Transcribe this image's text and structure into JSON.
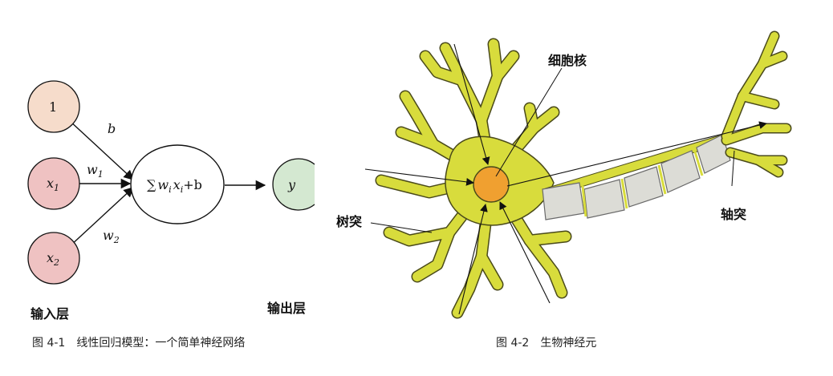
{
  "figure1": {
    "nodes": {
      "one": "1",
      "x1": {
        "base": "x",
        "sub": "1"
      },
      "x2": {
        "base": "x",
        "sub": "2"
      },
      "sum": {
        "sigma": "∑",
        "w": "w",
        "i1": "i",
        "x": "x",
        "i2": "i",
        "tail": "+b"
      },
      "y": "y"
    },
    "edges": {
      "b": "b",
      "w1": {
        "base": "w",
        "sub": "1"
      },
      "w2": {
        "base": "w",
        "sub": "2"
      }
    },
    "input_layer_label": "输入层",
    "output_layer_label": "输出层",
    "caption": "图 4-1　线性回归模型：一个简单神经网络",
    "colors": {
      "one": "#f6dccb",
      "x": "#efc2c2",
      "y": "#d4e8d1",
      "stroke": "#111111"
    }
  },
  "figure2": {
    "labels": {
      "nucleus": "细胞核",
      "dendrite": "树突",
      "axon": "轴突"
    },
    "caption": "图 4-2　生物神经元",
    "colors": {
      "body": "#d8dc3c",
      "outline": "#4a4a1a",
      "nucleus": "#f0a030",
      "myelin": "#dcdcd6"
    }
  }
}
